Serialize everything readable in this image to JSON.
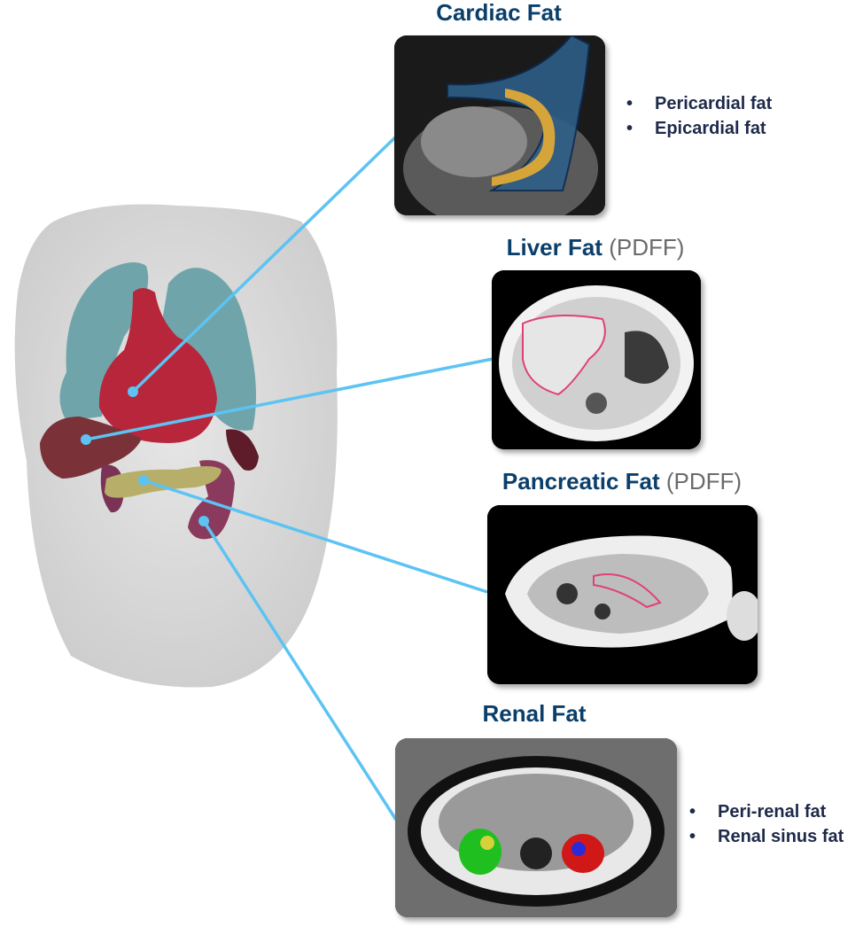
{
  "sections": {
    "cardiac": {
      "title": "Cardiac Fat",
      "bullets": [
        "Pericardial fat",
        "Epicardial fat"
      ]
    },
    "liver": {
      "title": "Liver Fat",
      "subtitle": "(PDFF)"
    },
    "pancreatic": {
      "title": "Pancreatic Fat",
      "subtitle": "(PDFF)"
    },
    "renal": {
      "title": "Renal Fat",
      "bullets": [
        "Peri-renal fat",
        "Renal sinus fat"
      ]
    }
  },
  "colors": {
    "title": "#0b3f6b",
    "bullet_text": "#1e2a4a",
    "connector": "#5cc3f3",
    "lung": "#6fa5aa",
    "heart": "#b8263b",
    "liver": "#7a3238",
    "pancreas": "#b7ae6a",
    "kidney": "#8a3a5c"
  }
}
